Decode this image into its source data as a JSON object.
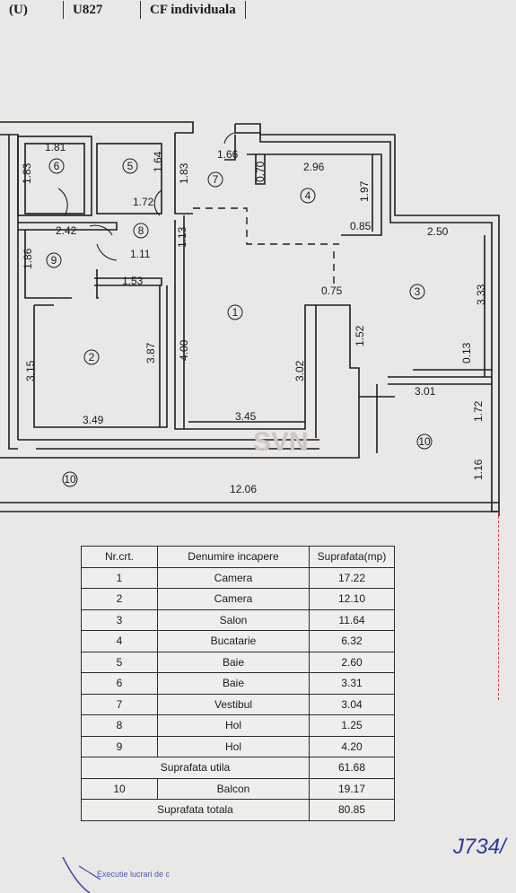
{
  "header": {
    "code": "(U)",
    "unit": "U827",
    "doc": "CF individuala"
  },
  "rooms": {
    "r1": "1",
    "r2": "2",
    "r3": "3",
    "r4": "4",
    "r5": "5",
    "r6": "6",
    "r7": "7",
    "r8": "8",
    "r9": "9",
    "r10a": "10",
    "r10b": "10"
  },
  "dims": {
    "d181": "1.81",
    "d183a": "1.83",
    "d164": "1.64",
    "d183b": "1.83",
    "d166": "1.66",
    "d070": "0.70",
    "d296": "2.96",
    "d197": "1.97",
    "d172": "1.72",
    "d242": "2.42",
    "d113": "1.13",
    "d085": "0.85",
    "d250": "2.50",
    "d186": "1.86",
    "d111": "1.11",
    "d153": "1.53",
    "d075": "0.75",
    "d333": "3.33",
    "d152": "1.52",
    "d400": "4.00",
    "d387": "3.87",
    "d315": "3.15",
    "d302": "3.02",
    "d013": "0.13",
    "d301": "3.01",
    "d172b": "1.72",
    "d349": "3.49",
    "d345": "3.45",
    "d116": "1.16",
    "d1206": "12.06"
  },
  "watermark": "SVN",
  "table": {
    "headers": {
      "nr": "Nr.crt.",
      "name": "Denumire incapere",
      "area": "Suprafata(mp)"
    },
    "rows": [
      {
        "nr": "1",
        "name": "Camera",
        "area": "17.22"
      },
      {
        "nr": "2",
        "name": "Camera",
        "area": "12.10"
      },
      {
        "nr": "3",
        "name": "Salon",
        "area": "11.64"
      },
      {
        "nr": "4",
        "name": "Bucatarie",
        "area": "6.32"
      },
      {
        "nr": "5",
        "name": "Baie",
        "area": "2.60"
      },
      {
        "nr": "6",
        "name": "Baie",
        "area": "3.31"
      },
      {
        "nr": "7",
        "name": "Vestibul",
        "area": "3.04"
      },
      {
        "nr": "8",
        "name": "Hol",
        "area": "1.25"
      },
      {
        "nr": "9",
        "name": "Hol",
        "area": "4.20"
      }
    ],
    "util_label": "Suprafata utila",
    "util_value": "61.68",
    "balcon": {
      "nr": "10",
      "name": "Balcon",
      "area": "19.17"
    },
    "total_label": "Suprafata totala",
    "total_value": "80.85"
  },
  "signature": "J734/",
  "stamp_text": "Executie lucrari de c"
}
